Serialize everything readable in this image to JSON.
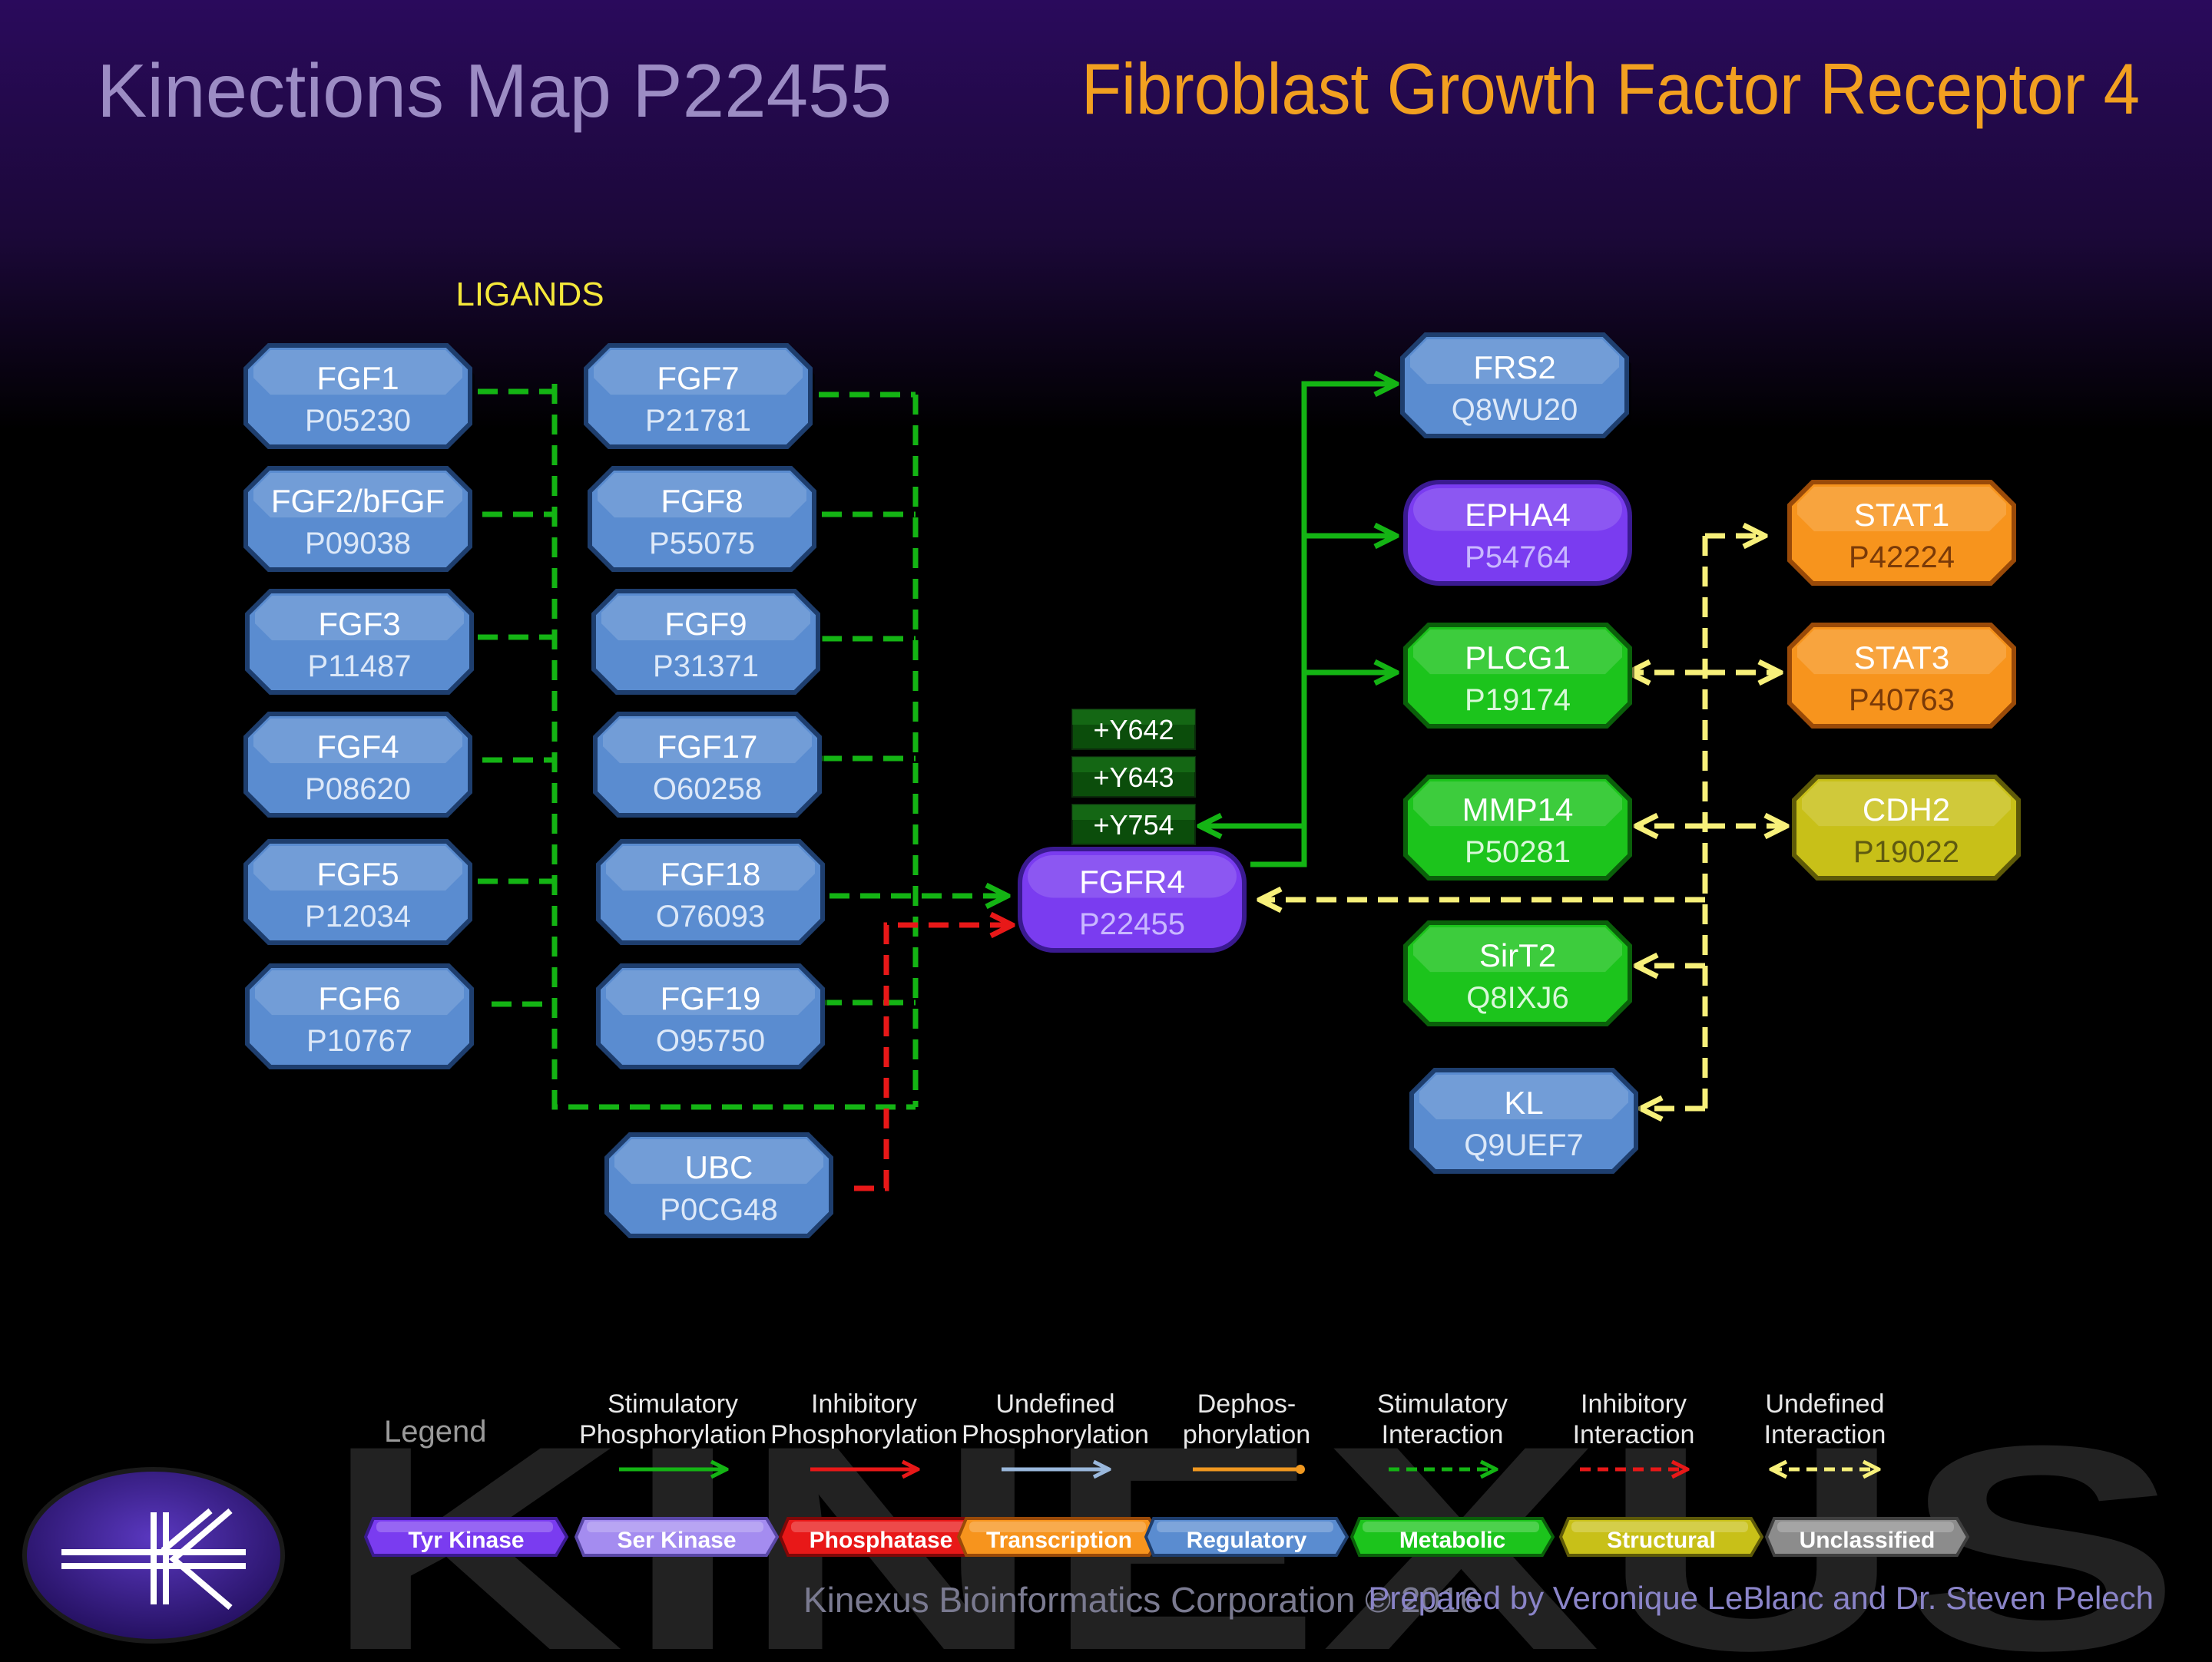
{
  "header": {
    "map_title": "Kinections Map P22455",
    "protein_title": "Fibroblast Growth Factor Receptor 4"
  },
  "ligands_label": "LIGANDS",
  "colors": {
    "title": "#9c8cc4",
    "protein_title": "#f2a020",
    "ligands": "#f5e83a",
    "stimulatory": "#14b414",
    "inhibitory": "#e81818",
    "undefined_interaction": "#f7f07a",
    "dephos": "#f09820",
    "undefined_phos": "#9ab8dc"
  },
  "nodes": [
    {
      "id": "FGF1",
      "name": "FGF1",
      "acc": "P05230",
      "type": "regulatory"
    },
    {
      "id": "FGF2",
      "name": "FGF2/bFGF",
      "acc": "P09038",
      "type": "regulatory"
    },
    {
      "id": "FGF3",
      "name": "FGF3",
      "acc": "P11487",
      "type": "regulatory"
    },
    {
      "id": "FGF4",
      "name": "FGF4",
      "acc": "P08620",
      "type": "regulatory"
    },
    {
      "id": "FGF5",
      "name": "FGF5",
      "acc": "P12034",
      "type": "regulatory"
    },
    {
      "id": "FGF6",
      "name": "FGF6",
      "acc": "P10767",
      "type": "regulatory"
    },
    {
      "id": "FGF7",
      "name": "FGF7",
      "acc": "P21781",
      "type": "regulatory"
    },
    {
      "id": "FGF8",
      "name": "FGF8",
      "acc": "P55075",
      "type": "regulatory"
    },
    {
      "id": "FGF9",
      "name": "FGF9",
      "acc": "P31371",
      "type": "regulatory"
    },
    {
      "id": "FGF17",
      "name": "FGF17",
      "acc": "O60258",
      "type": "regulatory"
    },
    {
      "id": "FGF18",
      "name": "FGF18",
      "acc": "O76093",
      "type": "regulatory"
    },
    {
      "id": "FGF19",
      "name": "FGF19",
      "acc": "O95750",
      "type": "regulatory"
    },
    {
      "id": "UBC",
      "name": "UBC",
      "acc": "P0CG48",
      "type": "regulatory"
    },
    {
      "id": "FGFR4",
      "name": "FGFR4",
      "acc": "P22455",
      "type": "tyr"
    },
    {
      "id": "FRS2",
      "name": "FRS2",
      "acc": "Q8WU20",
      "type": "regulatory"
    },
    {
      "id": "EPHA4",
      "name": "EPHA4",
      "acc": "P54764",
      "type": "tyr"
    },
    {
      "id": "PLCG1",
      "name": "PLCG1",
      "acc": "P19174",
      "type": "metabolic"
    },
    {
      "id": "MMP14",
      "name": "MMP14",
      "acc": "P50281",
      "type": "metabolic"
    },
    {
      "id": "SIRT2",
      "name": "SirT2",
      "acc": "Q8IXJ6",
      "type": "metabolic"
    },
    {
      "id": "KL",
      "name": "KL",
      "acc": "Q9UEF7",
      "type": "regulatory"
    },
    {
      "id": "STAT1",
      "name": "STAT1",
      "acc": "P42224",
      "type": "transcription"
    },
    {
      "id": "STAT3",
      "name": "STAT3",
      "acc": "P40763",
      "type": "transcription"
    },
    {
      "id": "CDH2",
      "name": "CDH2",
      "acc": "P19022",
      "type": "structural"
    }
  ],
  "phosphosites": [
    "+Y642",
    "+Y643",
    "+Y754"
  ],
  "legend": {
    "title": "Legend",
    "arrows": [
      {
        "line1": "Stimulatory",
        "line2": "Phosphorylation"
      },
      {
        "line1": "Inhibitory",
        "line2": "Phosphorylation"
      },
      {
        "line1": "Undefined",
        "line2": "Phosphorylation"
      },
      {
        "line1": "Dephos-",
        "line2": "phorylation"
      },
      {
        "line1": "Stimulatory",
        "line2": "Interaction"
      },
      {
        "line1": "Inhibitory",
        "line2": "Interaction"
      },
      {
        "line1": "Undefined",
        "line2": "Interaction"
      }
    ],
    "types": [
      {
        "label": "Tyr Kinase",
        "type": "tyr"
      },
      {
        "label": "Ser Kinase",
        "type": "ser"
      },
      {
        "label": "Phosphatase",
        "type": "phosphatase"
      },
      {
        "label": "Transcription",
        "type": "transcription"
      },
      {
        "label": "Regulatory",
        "type": "regulatory"
      },
      {
        "label": "Metabolic",
        "type": "metabolic"
      },
      {
        "label": "Structural",
        "type": "structural"
      },
      {
        "label": "Unclassified",
        "type": "unclassified"
      }
    ]
  },
  "footer": {
    "copyright": "Kinexus Bioinformatics Corporation © 2016",
    "prepared_by": "Prepared by Veronique LeBlanc and Dr. Steven Pelech"
  },
  "watermark": "KINEXUS"
}
